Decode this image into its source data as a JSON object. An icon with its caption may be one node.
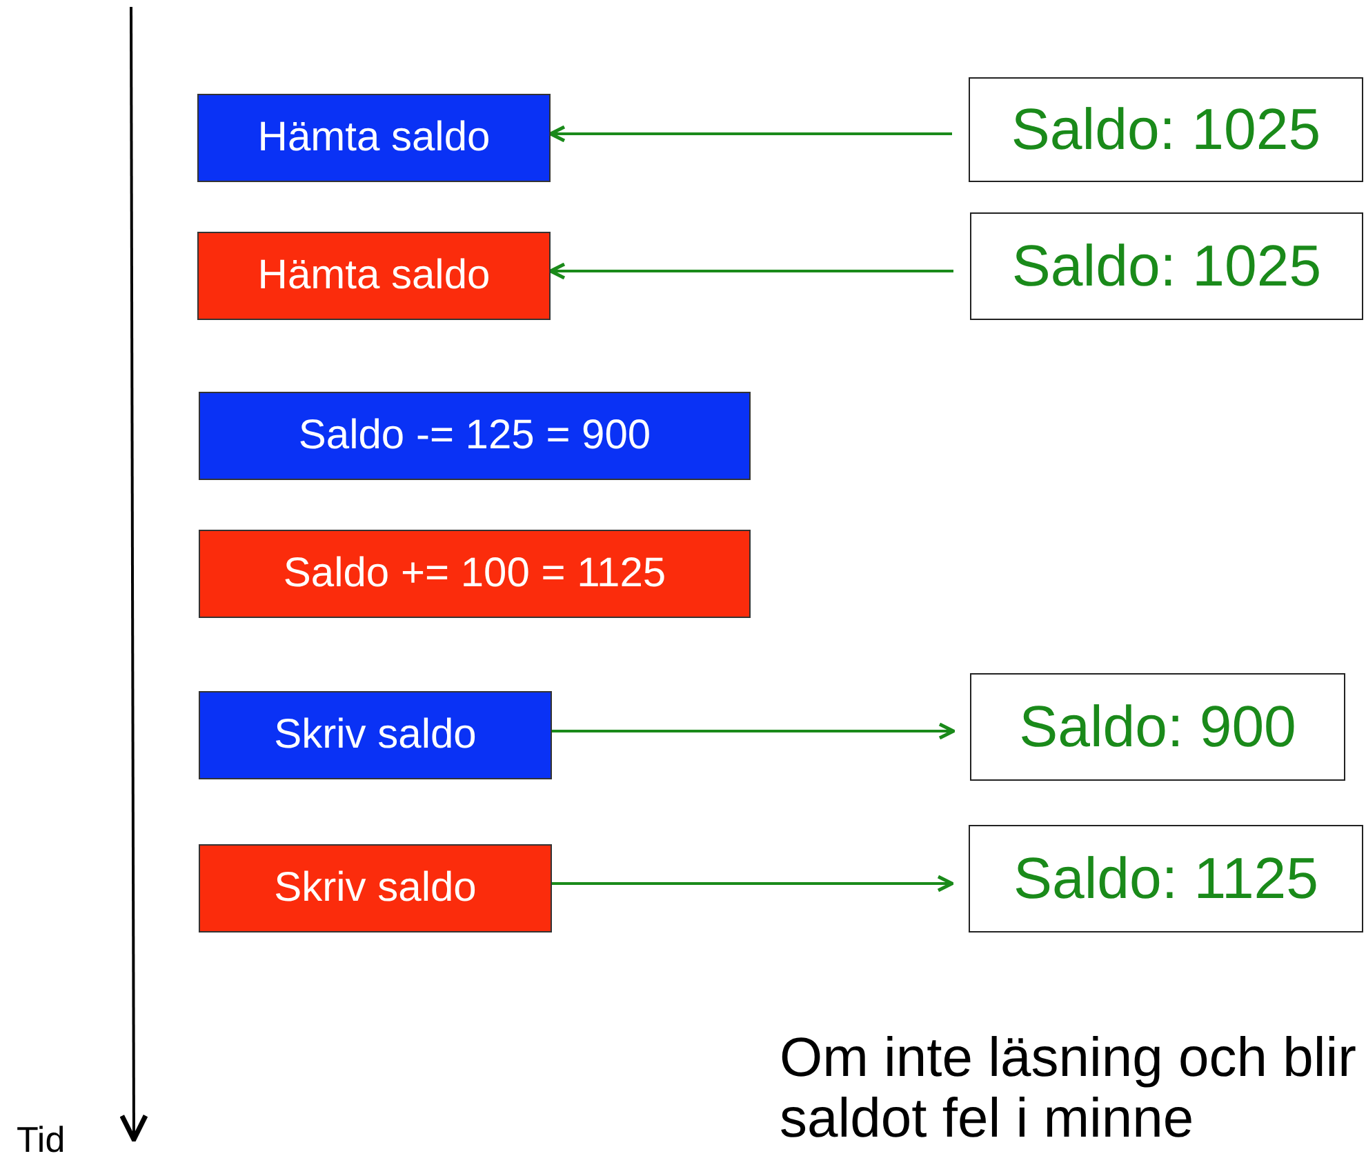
{
  "diagram": {
    "nodes": [
      {
        "text": [
          "Hämta saldo"
        ]
      },
      {
        "text": [
          "Saldo: 1025"
        ]
      },
      {
        "text": [
          "Hämta saldo"
        ]
      },
      {
        "text": [
          "Saldo: 1025"
        ]
      },
      {
        "text": [
          "Saldo -= 125 = 900"
        ]
      },
      {
        "text": [
          "Saldo += 100 = 1125"
        ]
      },
      {
        "text": [
          "Skriv saldo"
        ]
      },
      {
        "text": [
          "Saldo: 900"
        ]
      },
      {
        "text": [
          "Skriv saldo"
        ]
      },
      {
        "text": [
          "Saldo: 1125"
        ]
      }
    ],
    "edges": [
      {
        "from": 1,
        "to": 0,
        "arrow": "to"
      },
      {
        "from": 3,
        "to": 2,
        "arrow": "to"
      },
      {
        "from": 6,
        "to": 7,
        "arrow": "to"
      },
      {
        "from": 8,
        "to": 9,
        "arrow": "to"
      }
    ],
    "labels": [
      "Tid",
      "Om inte läsning och blir saldot fel i minne"
    ]
  }
}
